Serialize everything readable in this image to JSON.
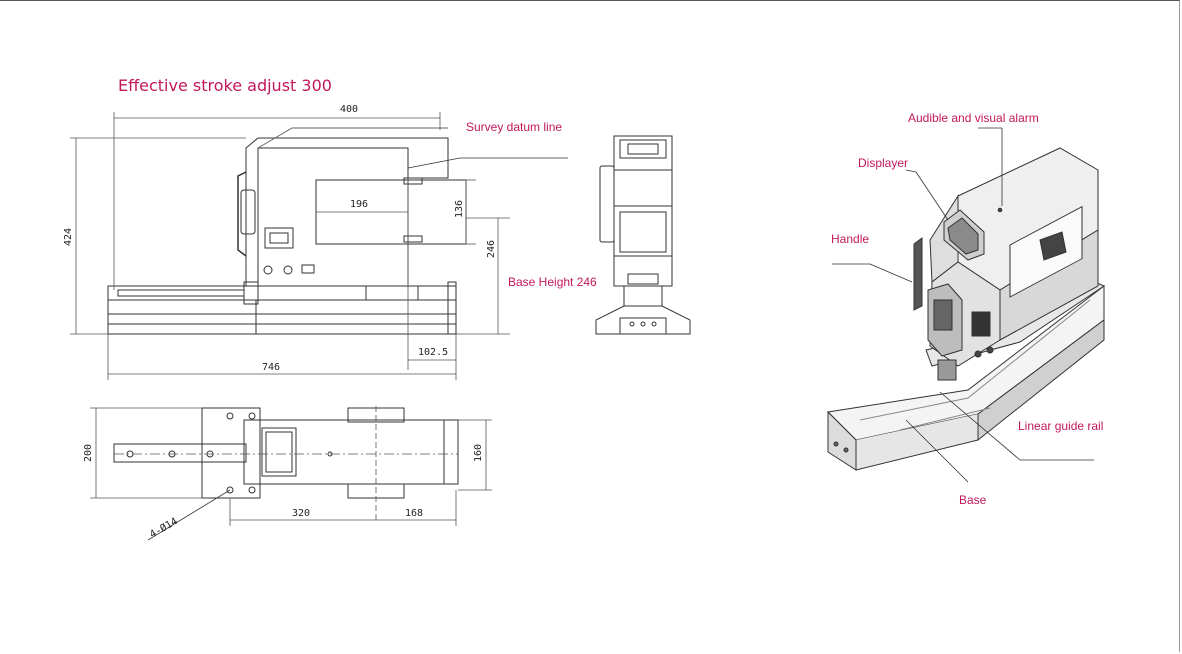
{
  "title": "Effective stroke adjust 300",
  "colors": {
    "accent": "#c2185b",
    "line": "#333333",
    "dim_line": "#555555"
  },
  "callouts": {
    "survey_datum": "Survey datum line",
    "base_height": "Base Height 246",
    "alarm": "Audible and visual alarm",
    "displayer": "Displayer",
    "handle": "Handle",
    "rail": "Linear guide rail",
    "base": "Base"
  },
  "dimensions": {
    "width_400": "400",
    "height_424": "424",
    "d_196": "196",
    "d_136": "136",
    "d_246": "246",
    "d_102_5": "102.5",
    "d_746": "746",
    "d_200": "200",
    "d_160": "160",
    "d_320": "320",
    "d_168": "168",
    "holes": "4-Ø14"
  }
}
